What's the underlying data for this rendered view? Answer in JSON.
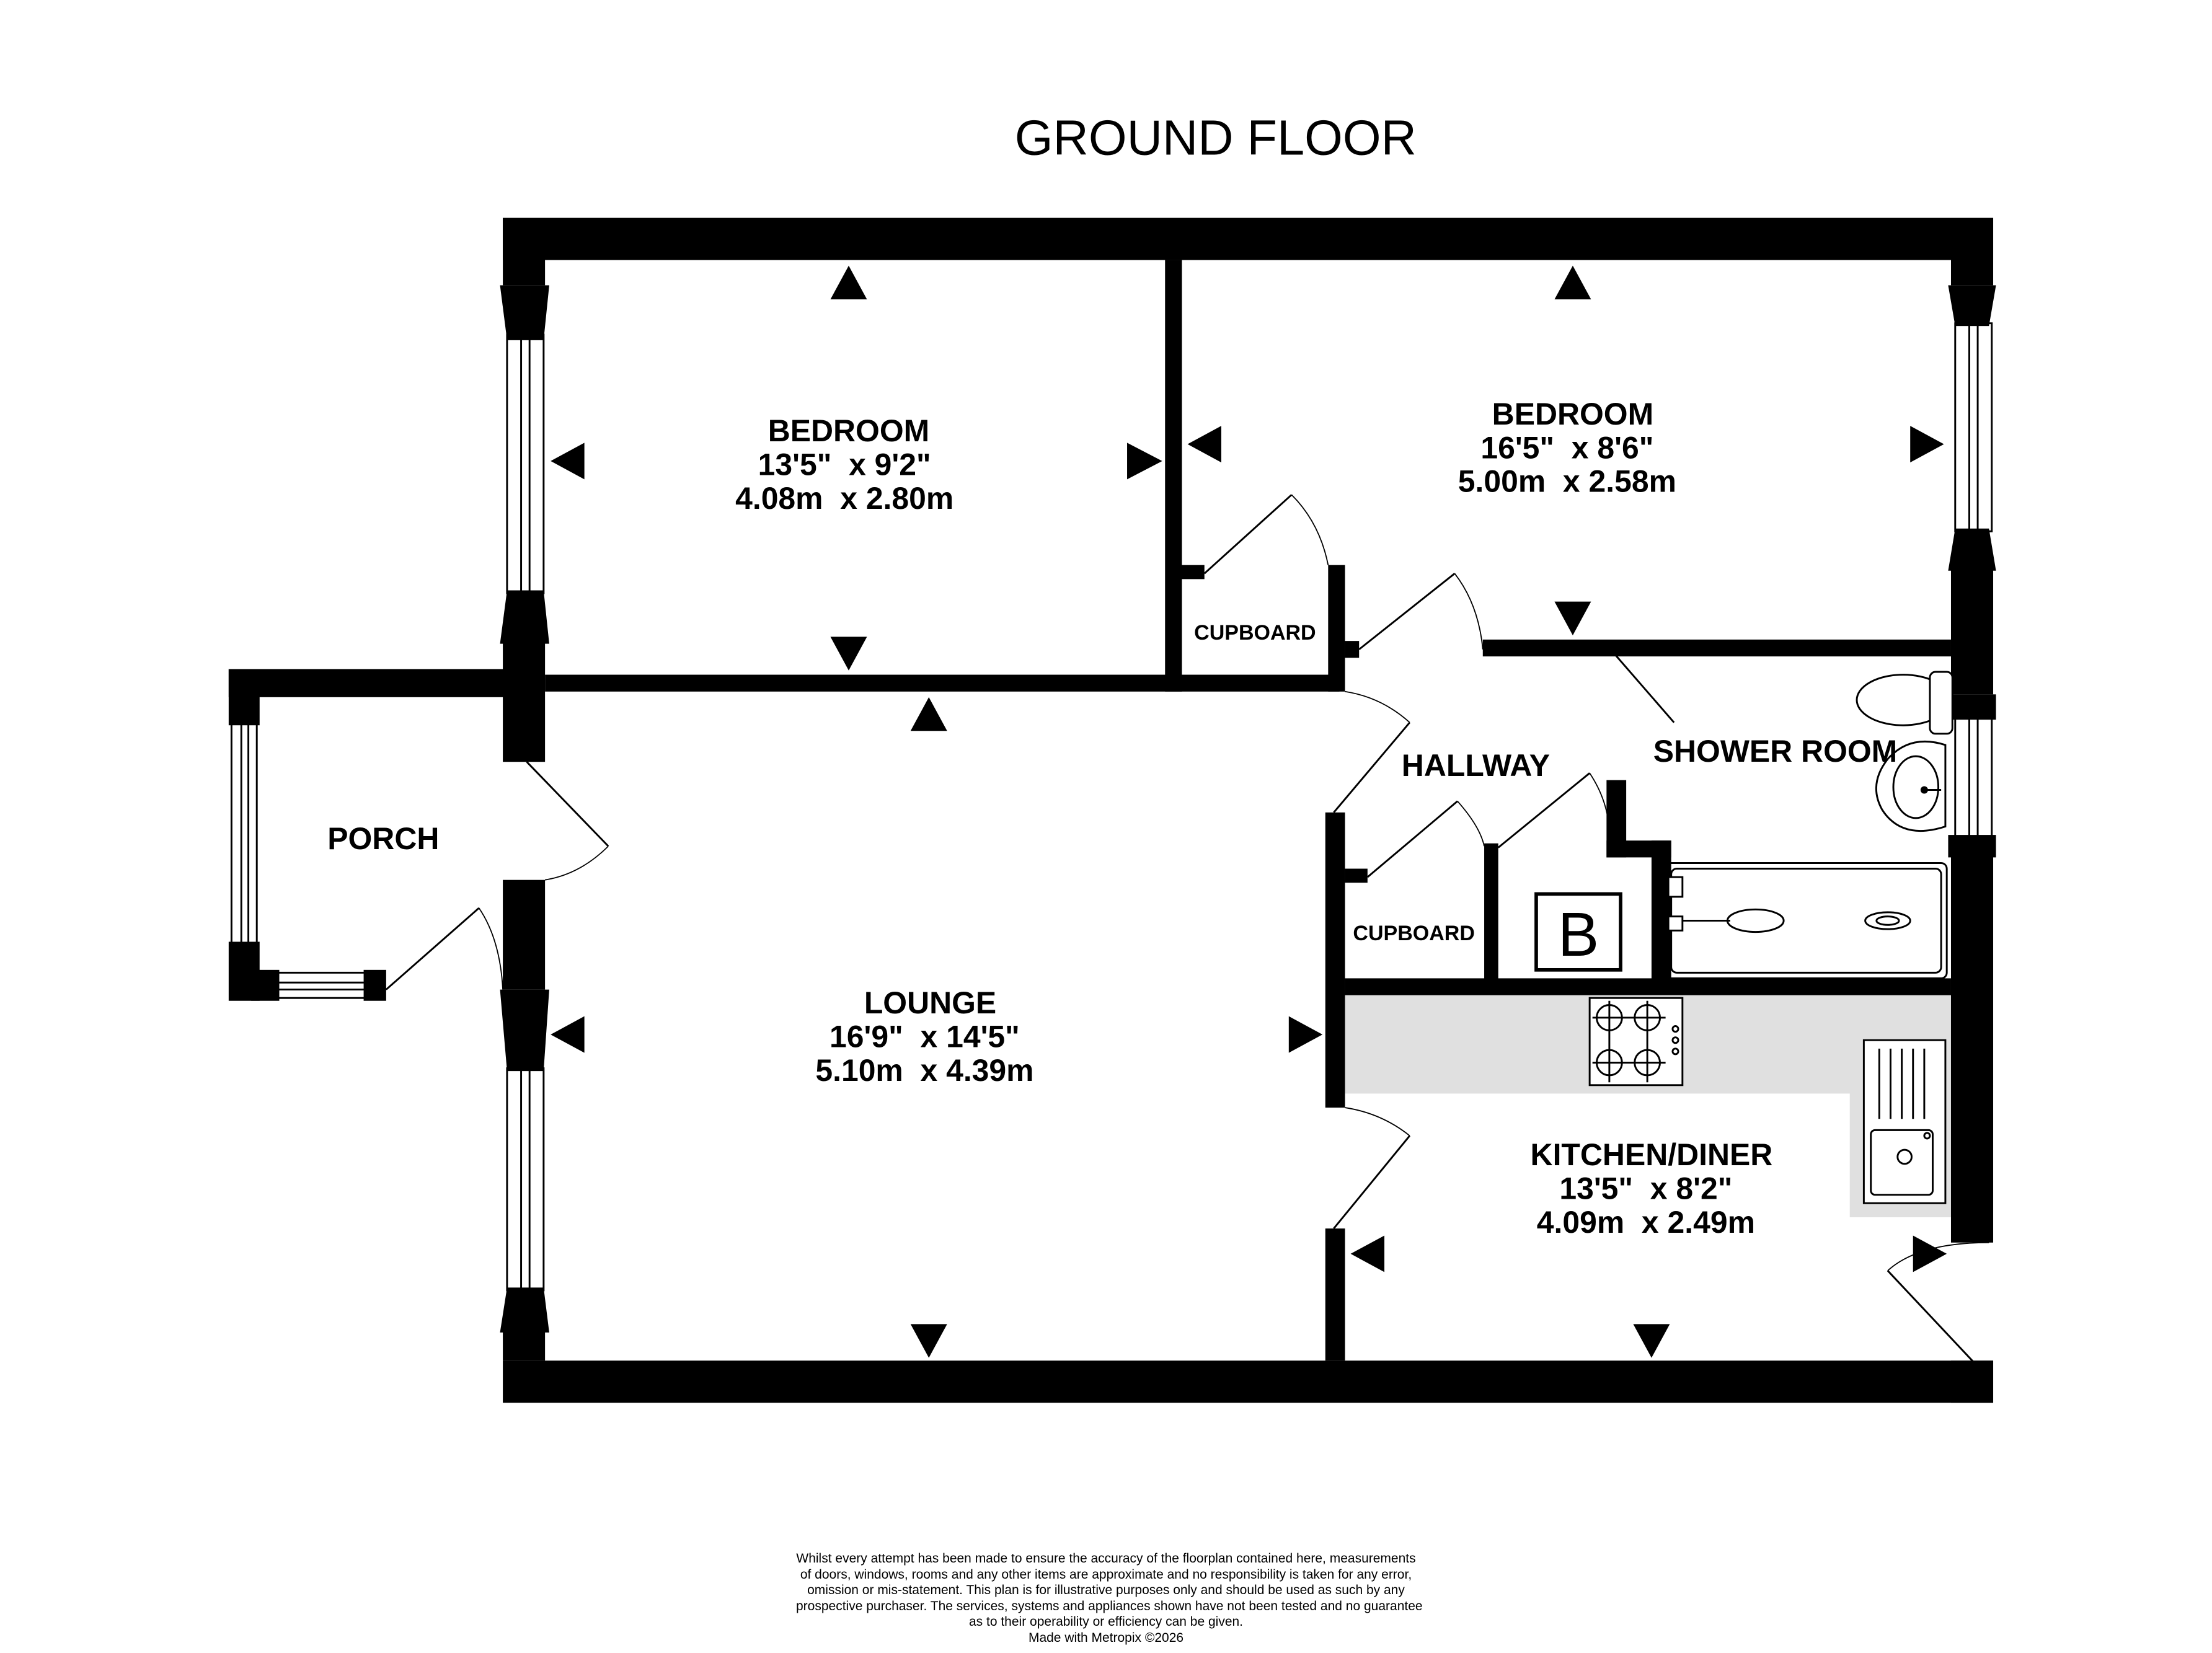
{
  "title": "GROUND FLOOR",
  "colors": {
    "wall": "#000000",
    "fitted_units": "#e0e0e0",
    "background": "#ffffff"
  },
  "rooms": {
    "bedroom_1": {
      "name": "BEDROOM",
      "imperial": "13'5\"  x 9'2\"",
      "metric": "4.08m  x 2.80m"
    },
    "bedroom_2": {
      "name": "BEDROOM",
      "imperial": "16'5\"  x 8'6\"",
      "metric": "5.00m  x 2.58m"
    },
    "lounge": {
      "name": "LOUNGE",
      "imperial": "16'9\"  x 14'5\"",
      "metric": "5.10m  x 4.39m"
    },
    "kitchen": {
      "name": "KITCHEN/DINER",
      "imperial": "13'5\"  x 8'2\"",
      "metric": "4.09m  x 2.49m"
    },
    "porch": {
      "name": "PORCH"
    },
    "hallway": {
      "name": "HALLWAY"
    },
    "shower_room": {
      "name": "SHOWER ROOM"
    },
    "cupboard_1": {
      "name": "CUPBOARD"
    },
    "cupboard_2": {
      "name": "CUPBOARD"
    },
    "boiler": {
      "name": "B"
    }
  },
  "icons": [
    "dimension-arrow-icon",
    "door-swing-icon",
    "window-icon",
    "hob-icon",
    "sink-icon",
    "shower-tray-icon",
    "toilet-icon",
    "basin-icon",
    "boiler-icon"
  ],
  "disclaimer": [
    "Whilst every attempt has been made to ensure the accuracy of the floorplan contained here, measurements",
    "of doors, windows, rooms and any other items are approximate and no responsibility is taken for any error,",
    "omission or mis-statement. This plan is for illustrative purposes only and should be used as such by any",
    "prospective purchaser. The services, systems and appliances shown have not been tested and no guarantee",
    "as to their operability or efficiency can be given.",
    "Made with Metropix ©2026"
  ]
}
